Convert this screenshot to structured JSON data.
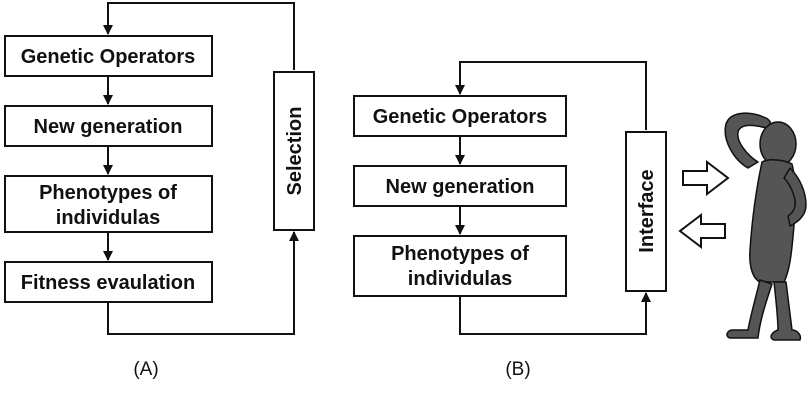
{
  "panel_a": {
    "caption": "(A)",
    "boxes": {
      "genetic_operators": "Genetic Operators",
      "new_generation": "New generation",
      "phenotypes_line1": "Phenotypes of",
      "phenotypes_line2": "individulas",
      "fitness_evaluation": "Fitness evaulation"
    },
    "side_box": "Selection"
  },
  "panel_b": {
    "caption": "(B)",
    "boxes": {
      "genetic_operators": "Genetic Operators",
      "new_generation": "New generation",
      "phenotypes_line1": "Phenotypes of",
      "phenotypes_line2": "individulas"
    },
    "side_box": "Interface",
    "human_icon": "thinking-person-icon"
  },
  "colors": {
    "stroke": "#111111",
    "figure": "#555555",
    "background": "#ffffff"
  }
}
